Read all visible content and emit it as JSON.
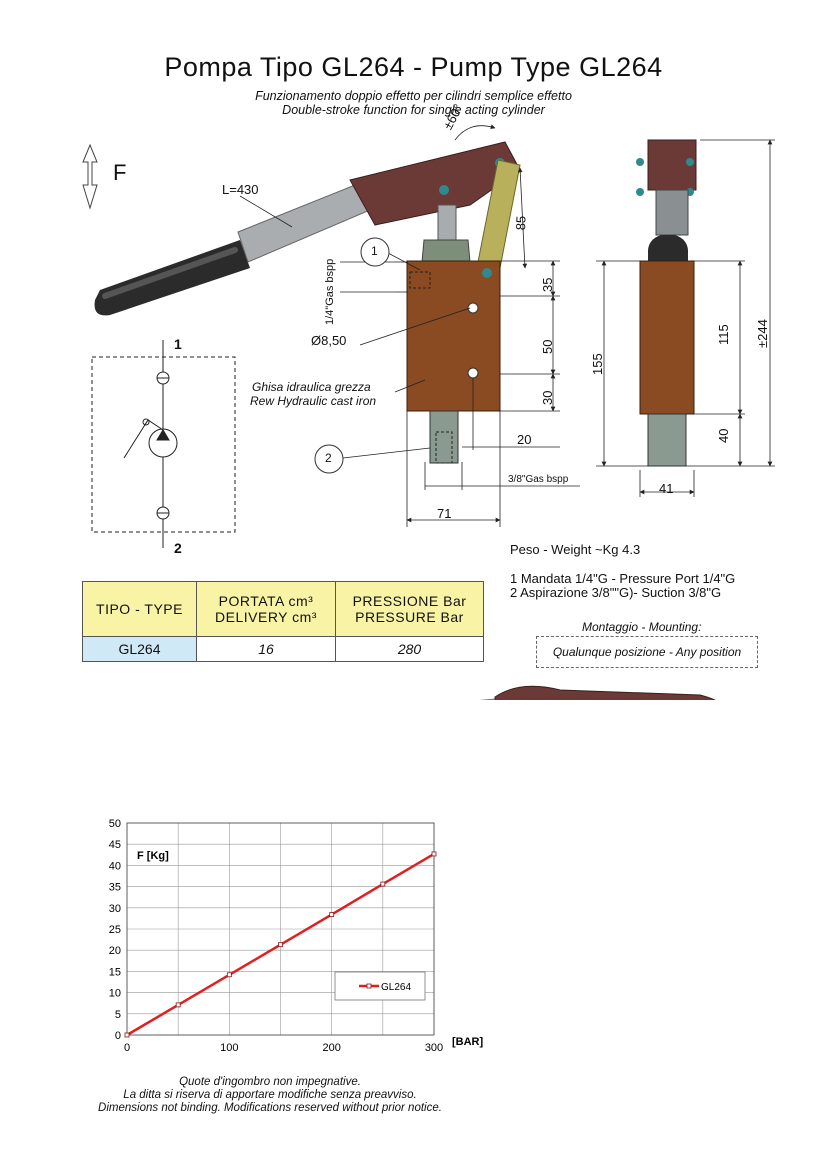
{
  "header": {
    "title": "Pompa Tipo GL264 - Pump Type GL264",
    "subtitle_it": "Funzionamento doppio effetto per cilindri semplice effetto",
    "subtitle_en": "Double-stroke function for single acting cylinder"
  },
  "drawing": {
    "force_label": "F",
    "lever_length": "L=430",
    "angle": "±60°",
    "dim_85": "85",
    "dim_35": "35",
    "dim_50": "50",
    "dim_30": "30",
    "dim_20": "20",
    "dim_71": "71",
    "dim_155": "155",
    "dim_115": "115",
    "dim_244": "±244",
    "dim_40": "40",
    "dim_41": "41",
    "hole": "Ø8,50",
    "port1_thread": "1/4\"Gas bspp",
    "port2_thread": "3/8\"Gas bspp",
    "callout_1": "1",
    "callout_2": "2",
    "material_it": "Ghisa idraulica grezza",
    "material_en": "Rew Hydraulic cast iron"
  },
  "schematic": {
    "port_top": "1",
    "port_bottom": "2"
  },
  "specs": {
    "weight": "Peso - Weight ~Kg 4.3",
    "port1": "1 Mandata 1/4\"G - Pressure Port 1/4\"G",
    "port2": "2 Aspirazione 3/8\"\"G)- Suction 3/8\"G",
    "mounting_label": "Montaggio - Mounting:",
    "mounting_value": "Qualunque posizione - Any position"
  },
  "table": {
    "h1": "TIPO - TYPE",
    "h2a": "PORTATA cm³",
    "h2b": "DELIVERY cm³",
    "h3a": "PRESSIONE Bar",
    "h3b": "PRESSURE Bar",
    "type": "GL264",
    "delivery": "16",
    "pressure": "280"
  },
  "chart_data": {
    "type": "line",
    "ylabel": "F [Kg]",
    "xlabel": "[BAR]",
    "xlim": [
      0,
      300
    ],
    "ylim": [
      0,
      50
    ],
    "x_ticks": [
      "0",
      "100",
      "200",
      "300"
    ],
    "y_ticks": [
      "0",
      "5",
      "10",
      "15",
      "20",
      "25",
      "30",
      "35",
      "40",
      "45",
      "50"
    ],
    "grid": true,
    "legend": "center-right",
    "series": [
      {
        "name": "GL264",
        "color": "#e02020",
        "x": [
          0,
          50,
          100,
          150,
          200,
          250,
          300
        ],
        "y": [
          0,
          7.1,
          14.2,
          21.3,
          28.4,
          35.6,
          42.7
        ]
      }
    ]
  },
  "footer": {
    "note1": "Quote d'ingombro non impegnative.",
    "note2": "La ditta si riserva di apportare modifiche senza preavviso.",
    "note3": "Dimensions not binding. Modifications reserved without prior notice."
  },
  "colors": {
    "body": "#8a4a22",
    "lever": "#6b3a36",
    "link": "#b8b05a",
    "grip": "#2a2a2a",
    "steel": "#a8acae",
    "table_header": "#f9f3a6",
    "table_type": "#cfe9f6"
  }
}
